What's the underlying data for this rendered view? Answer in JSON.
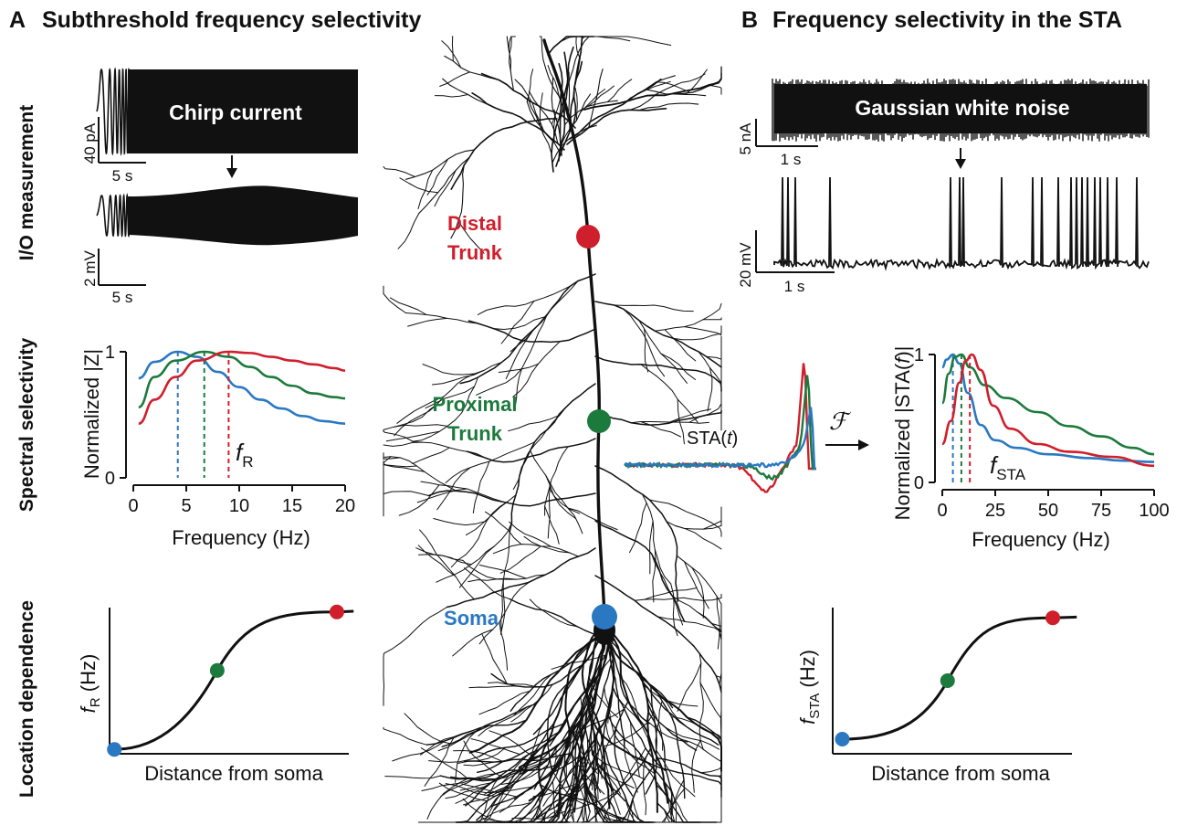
{
  "panel_a": {
    "letter": "A",
    "title": "Subthreshold frequency selectivity",
    "chirp_label": "Chirp current",
    "scalebar_current": "40 pA",
    "scalebar_time_1": "5 s",
    "scalebar_voltage": "2 mV",
    "scalebar_time_2": "5 s"
  },
  "panel_b": {
    "letter": "B",
    "title": "Frequency selectivity in the STA",
    "noise_label": "Gaussian white noise",
    "scalebar_current": "5 nA",
    "scalebar_time_1": "1 s",
    "scalebar_voltage": "20 mV",
    "scalebar_time_2": "1 s",
    "sta_label_prefix": "STA(",
    "sta_label_var": "t",
    "sta_label_suffix": ")",
    "fourier_symbol": "ℱ"
  },
  "row_labels": {
    "io": "I/O measurement",
    "spectral": "Spectral selectivity",
    "location": "Location dependence"
  },
  "neuron_labels": {
    "distal_line1": "Distal",
    "distal_line2": "Trunk",
    "proximal_line1": "Proximal",
    "proximal_line2": "Trunk",
    "soma": "Soma"
  },
  "colors": {
    "soma": "#2a78c2",
    "proximal": "#1c7a3c",
    "distal": "#d01f2c",
    "ink": "#111111"
  },
  "chart_data": [
    {
      "id": "impedance",
      "type": "line",
      "xlabel": "Frequency (Hz)",
      "ylabel": "Normalized |Z|",
      "annotation": "f",
      "annotation_sub": "R",
      "xlim": [
        0,
        20
      ],
      "ylim": [
        0,
        1
      ],
      "xticks": [
        0,
        5,
        10,
        15,
        20
      ],
      "yticks": [
        0,
        1
      ],
      "series": [
        {
          "location": "soma",
          "x": [
            0.5,
            2,
            4.2,
            6,
            8,
            10,
            12,
            14,
            16,
            18,
            20
          ],
          "y": [
            0.79,
            0.92,
            1.0,
            0.96,
            0.84,
            0.72,
            0.62,
            0.55,
            0.49,
            0.45,
            0.43
          ],
          "peak": 4.2
        },
        {
          "location": "proximal",
          "x": [
            0.5,
            2,
            4,
            6.7,
            9,
            11,
            13,
            15,
            17,
            19,
            20
          ],
          "y": [
            0.56,
            0.8,
            0.93,
            1.0,
            0.96,
            0.88,
            0.8,
            0.73,
            0.67,
            0.64,
            0.63
          ],
          "peak": 6.7
        },
        {
          "location": "distal",
          "x": [
            0.5,
            2,
            4,
            6,
            9,
            11,
            13,
            15,
            17,
            19,
            20
          ],
          "y": [
            0.43,
            0.62,
            0.8,
            0.93,
            1.0,
            0.99,
            0.96,
            0.93,
            0.9,
            0.87,
            0.85
          ],
          "peak": 9
        }
      ]
    },
    {
      "id": "sta_spectrum",
      "type": "line",
      "xlabel": "Frequency (Hz)",
      "ylabel_prefix": "Normalized |STA(",
      "ylabel_var": "f",
      "ylabel_suffix": ")|",
      "annotation": "f",
      "annotation_sub": "STA",
      "xlim": [
        0,
        100
      ],
      "ylim": [
        0,
        1
      ],
      "xticks": [
        0,
        25,
        50,
        75,
        100
      ],
      "yticks": [
        0,
        1
      ],
      "series": [
        {
          "location": "soma",
          "x": [
            0,
            2,
            5,
            8,
            12,
            18,
            25,
            35,
            50,
            70,
            85,
            100
          ],
          "y": [
            0.9,
            0.96,
            1.0,
            0.93,
            0.7,
            0.45,
            0.33,
            0.27,
            0.22,
            0.19,
            0.17,
            0.16
          ],
          "peak": 5
        },
        {
          "location": "proximal",
          "x": [
            0,
            3,
            6,
            9,
            13,
            20,
            30,
            45,
            60,
            75,
            90,
            100
          ],
          "y": [
            0.62,
            0.85,
            0.98,
            1.0,
            0.9,
            0.76,
            0.66,
            0.55,
            0.44,
            0.36,
            0.27,
            0.22
          ],
          "peak": 9
        },
        {
          "location": "distal",
          "x": [
            0,
            4,
            8,
            11,
            14,
            18,
            24,
            32,
            45,
            60,
            80,
            100
          ],
          "y": [
            0.3,
            0.48,
            0.78,
            0.95,
            1.0,
            0.88,
            0.6,
            0.42,
            0.3,
            0.24,
            0.2,
            0.13
          ],
          "peak": 13
        }
      ]
    },
    {
      "id": "fr_location",
      "type": "line",
      "xlabel": "Distance from soma",
      "ylabel": "f",
      "ylabel_sub": "R",
      "ylabel_suffix": " (Hz)",
      "markers": [
        {
          "location": "soma",
          "x": 0.02,
          "y": 0.03
        },
        {
          "location": "proximal",
          "x": 0.45,
          "y": 0.57
        },
        {
          "location": "distal",
          "x": 0.95,
          "y": 0.97
        }
      ]
    },
    {
      "id": "fsta_location",
      "type": "line",
      "xlabel": "Distance from soma",
      "ylabel": "f",
      "ylabel_sub": "STA",
      "ylabel_suffix": " (Hz)",
      "markers": [
        {
          "location": "soma",
          "x": 0.04,
          "y": 0.1
        },
        {
          "location": "proximal",
          "x": 0.48,
          "y": 0.5
        },
        {
          "location": "distal",
          "x": 0.92,
          "y": 0.93
        }
      ]
    }
  ]
}
